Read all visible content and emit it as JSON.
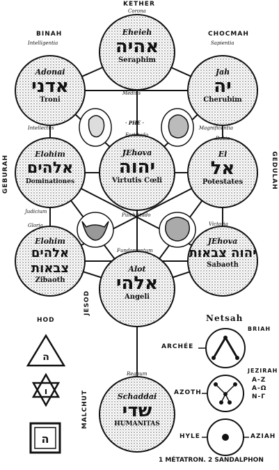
{
  "top": {
    "title": "KETHER",
    "sub": "Corona"
  },
  "binah": {
    "title": "BINAH",
    "sub": "Intelligentia"
  },
  "chocmah": {
    "title": "CHOCMAH",
    "sub": "Sapientia"
  },
  "geburah": "GEBURAH",
  "gedulah": "GEDULAH",
  "hod": "HOD",
  "netsah": "Netsah",
  "jesod": "JESOD",
  "malchut": "MALCHUT",
  "circles": {
    "kether": {
      "name": "Eheieh",
      "hebrew": "אהיה",
      "bottom": "Seraphim"
    },
    "binah": {
      "name": "Adonai",
      "hebrew": "אדני",
      "bottom": "Troni"
    },
    "chocmah": {
      "name": "Jah",
      "hebrew": "יה",
      "bottom": "Cherubim"
    },
    "geburah": {
      "name": "Elohim",
      "hebrew": "אלהים",
      "bottom": "Dominationes"
    },
    "tiphereth": {
      "name": "JEhova",
      "hebrew": "יהוה",
      "bottom": "Virtutis Cœli"
    },
    "gedulah": {
      "name": "El",
      "hebrew": "אל",
      "bottom": "Potestates"
    },
    "hod": {
      "name": "Elohim",
      "hebrew": "אלהים צבאות",
      "bottom": "Zibaoth"
    },
    "netsah": {
      "name": "JEhova",
      "hebrew": "יהוה צבאות",
      "bottom": "Sabaoth"
    },
    "jesod": {
      "name": "Alot",
      "hebrew": "אלהי",
      "bottom": "Angeli"
    },
    "malchut": {
      "name": "Schaddai",
      "hebrew": "שדי",
      "bottom": "HUMANITAS"
    }
  },
  "paths": {
    "medius": "Medius",
    "phe": "· PHE ·",
    "intellectus": "Intellectus",
    "fortitudo": "Fortitudo",
    "magnificentia": "Magnificentia",
    "rakie": "Rakie",
    "judicium": "Judicium",
    "pulchritudo": "Pulchritudo",
    "victoria": "Victoria",
    "gloria": "Gloria",
    "fundamentum": "Fundamentum",
    "regnum": "Regnum"
  },
  "legend": {
    "briah": "BRIAH",
    "archee": "ARCHÉE",
    "jezirah": "JEZIRAH",
    "jezirah_l1": "A-Z",
    "jezirah_l2": "A-Ω",
    "jezirah_l3": "N-Γ",
    "azoth": "AZOTH",
    "hyle": "HYLE",
    "aziah": "AZIAH",
    "footer": "1 MÉTATRON. 2 SANDALPHON"
  }
}
